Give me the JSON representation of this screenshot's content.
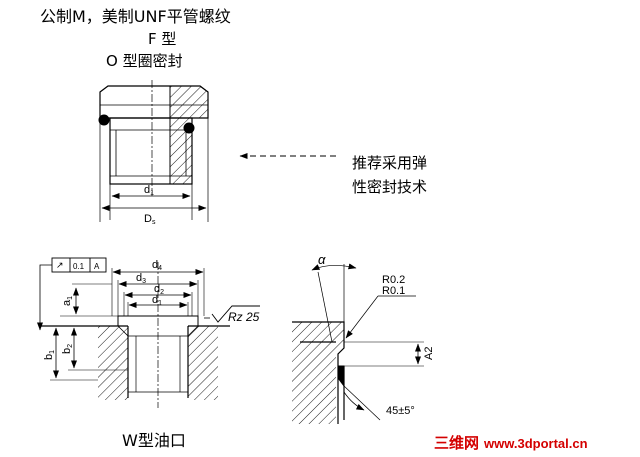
{
  "header": {
    "title": "公制M，美制UNF平管螺纹",
    "type_label": "F 型",
    "seal_label": "O 型圈密封"
  },
  "callout": {
    "line1": "推荐采用弹",
    "line2": "性密封技术"
  },
  "top_part": {
    "d1": "d",
    "d1_sub": "1",
    "ds": "D",
    "ds_sub": "s"
  },
  "tolerance_frame": {
    "symbol": "↗",
    "value": "0.1",
    "datum": "A"
  },
  "port": {
    "d4": "d",
    "d4_sub": "4",
    "d3": "d",
    "d3_sub": "3",
    "d2": "d",
    "d2_sub": "2",
    "d1": "d",
    "d1_sub": "1",
    "a1": "a",
    "a1_sub": "1",
    "b1": "b",
    "b1_sub": "1",
    "b2": "b",
    "b2_sub": "2",
    "roughness": "Rz 25",
    "caption": "W型油口"
  },
  "detail": {
    "alpha": "α",
    "r1": "R0.2",
    "r2": "R0.1",
    "a2": "A2",
    "angle": "45±5°"
  },
  "watermark": {
    "text_cn": "三维网",
    "text_url": "www.3dportal.cn"
  },
  "colors": {
    "ink": "#000000",
    "watermark": "#d40000",
    "background": "#ffffff"
  }
}
